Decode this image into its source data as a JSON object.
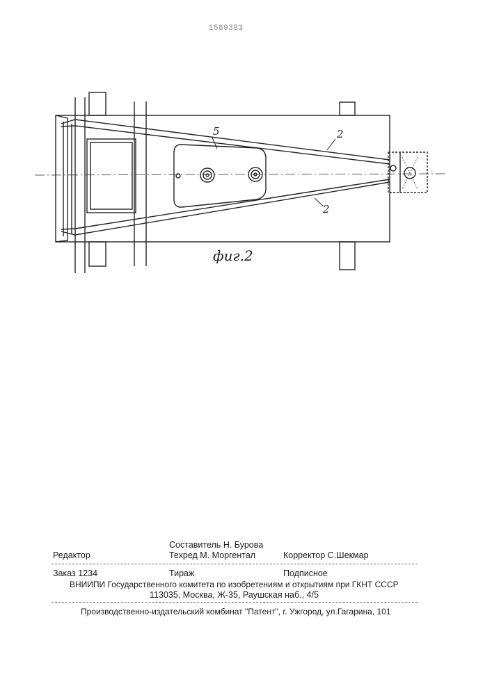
{
  "header": {
    "patent_number": "1589383"
  },
  "figure": {
    "caption": "фиг.2",
    "callouts": {
      "tank": "5",
      "brace_upper": "2",
      "brace_lower": "2"
    }
  },
  "imprint": {
    "compiler_label": "Составитель",
    "compiler_name": "Н. Бурова",
    "editor_label": "Редактор",
    "techred_label": "Техред",
    "techred_name": "М. Моргентал",
    "corrector_label": "Корректор",
    "corrector_name": "С.Шекмар",
    "order": "Заказ 1234",
    "circulation": "Тираж",
    "subscription": "Подписное",
    "org_line": "ВНИИПИ Государственного комитета по изобретениям и открытиям при ГКНТ СССР",
    "address_line": "113035, Москва, Ж-35, Раушская наб., 4/5",
    "publisher_line": "Производственно-издательский комбинат \"Патент\", г. Ужгород, ул.Гагарина, 101"
  }
}
